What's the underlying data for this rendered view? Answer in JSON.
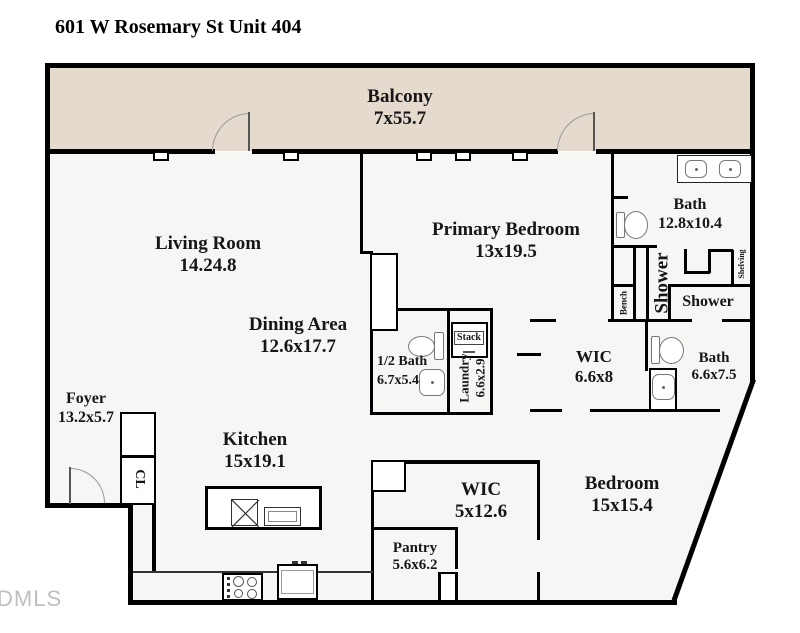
{
  "title": "601 W Rosemary St Unit 404",
  "watermark": "DMLS",
  "plan": {
    "colors": {
      "balcony_fill": "#e4dace",
      "floor_fill": "#f6f6f4",
      "wall": "#000000"
    },
    "rooms": {
      "balcony": {
        "name": "Balcony",
        "dims": "7x55.7"
      },
      "living_room": {
        "name": "Living Room",
        "dims": "14.24.8"
      },
      "dining_area": {
        "name": "Dining Area",
        "dims": "12.6x17.7"
      },
      "foyer": {
        "name": "Foyer",
        "dims": "13.2x5.7"
      },
      "kitchen": {
        "name": "Kitchen",
        "dims": "15x19.1"
      },
      "closet": {
        "name": "CL"
      },
      "pantry": {
        "name": "Pantry",
        "dims": "5.6x6.2"
      },
      "primary_bedroom": {
        "name": "Primary Bedroom",
        "dims": "13x19.5"
      },
      "primary_bath": {
        "name": "Bath",
        "dims": "12.8x10.4"
      },
      "primary_shower": {
        "name": "Shower"
      },
      "bench": {
        "name": "Bench"
      },
      "shelving": {
        "name": "Shelving"
      },
      "shower_2": {
        "name": "Shower"
      },
      "primary_wic": {
        "name": "WIC",
        "dims": "6.6x8"
      },
      "bath_2": {
        "name": "Bath",
        "dims": "6.6x7.5"
      },
      "half_bath": {
        "name": "1/2 Bath",
        "dims": "6.7x5.4"
      },
      "laundry": {
        "name": "Laundry",
        "dims": "6.6x2.9"
      },
      "stack": {
        "name": "Stack"
      },
      "wic_2": {
        "name": "WIC",
        "dims": "5x12.6"
      },
      "bedroom_2": {
        "name": "Bedroom",
        "dims": "15x15.4"
      }
    }
  }
}
